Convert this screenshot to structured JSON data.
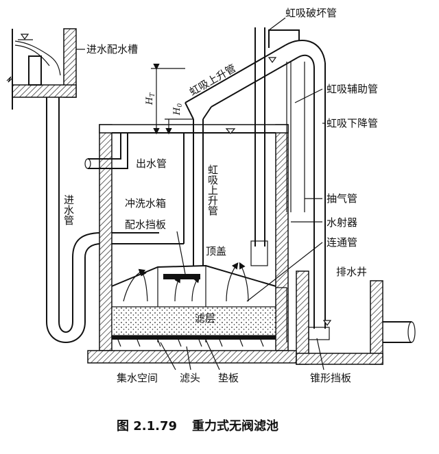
{
  "labels": {
    "siphon_break_pipe": "虹吸破坏管",
    "inlet_distribution_tank": "进水配水槽",
    "siphon_riser": "虹吸上升管",
    "siphon_aux_pipe": "虹吸辅助管",
    "siphon_downcomer": "虹吸下降管",
    "outlet_pipe": "出水管",
    "inlet_pipe": "进水管",
    "siphon_riser_vertical": "虹吸上升管",
    "backwash_tank": "冲洗水箱",
    "distribution_baffle": "配水挡板",
    "exhaust_pipe": "抽气管",
    "water_ejector": "水射器",
    "top_cover": "顶盖",
    "connecting_pipe": "连通管",
    "drain_well": "排水井",
    "filter_layer": "滤层",
    "collection_space": "集水空间",
    "filter_head": "滤头",
    "support_plate": "垫板",
    "cone_baffle": "锥形挡板",
    "h_t": "H",
    "h_t_sub": "T",
    "h_0": "H",
    "h_0_sub": "0"
  },
  "caption": {
    "number": "图 2.1.79",
    "title": "重力式无阀滤池"
  }
}
